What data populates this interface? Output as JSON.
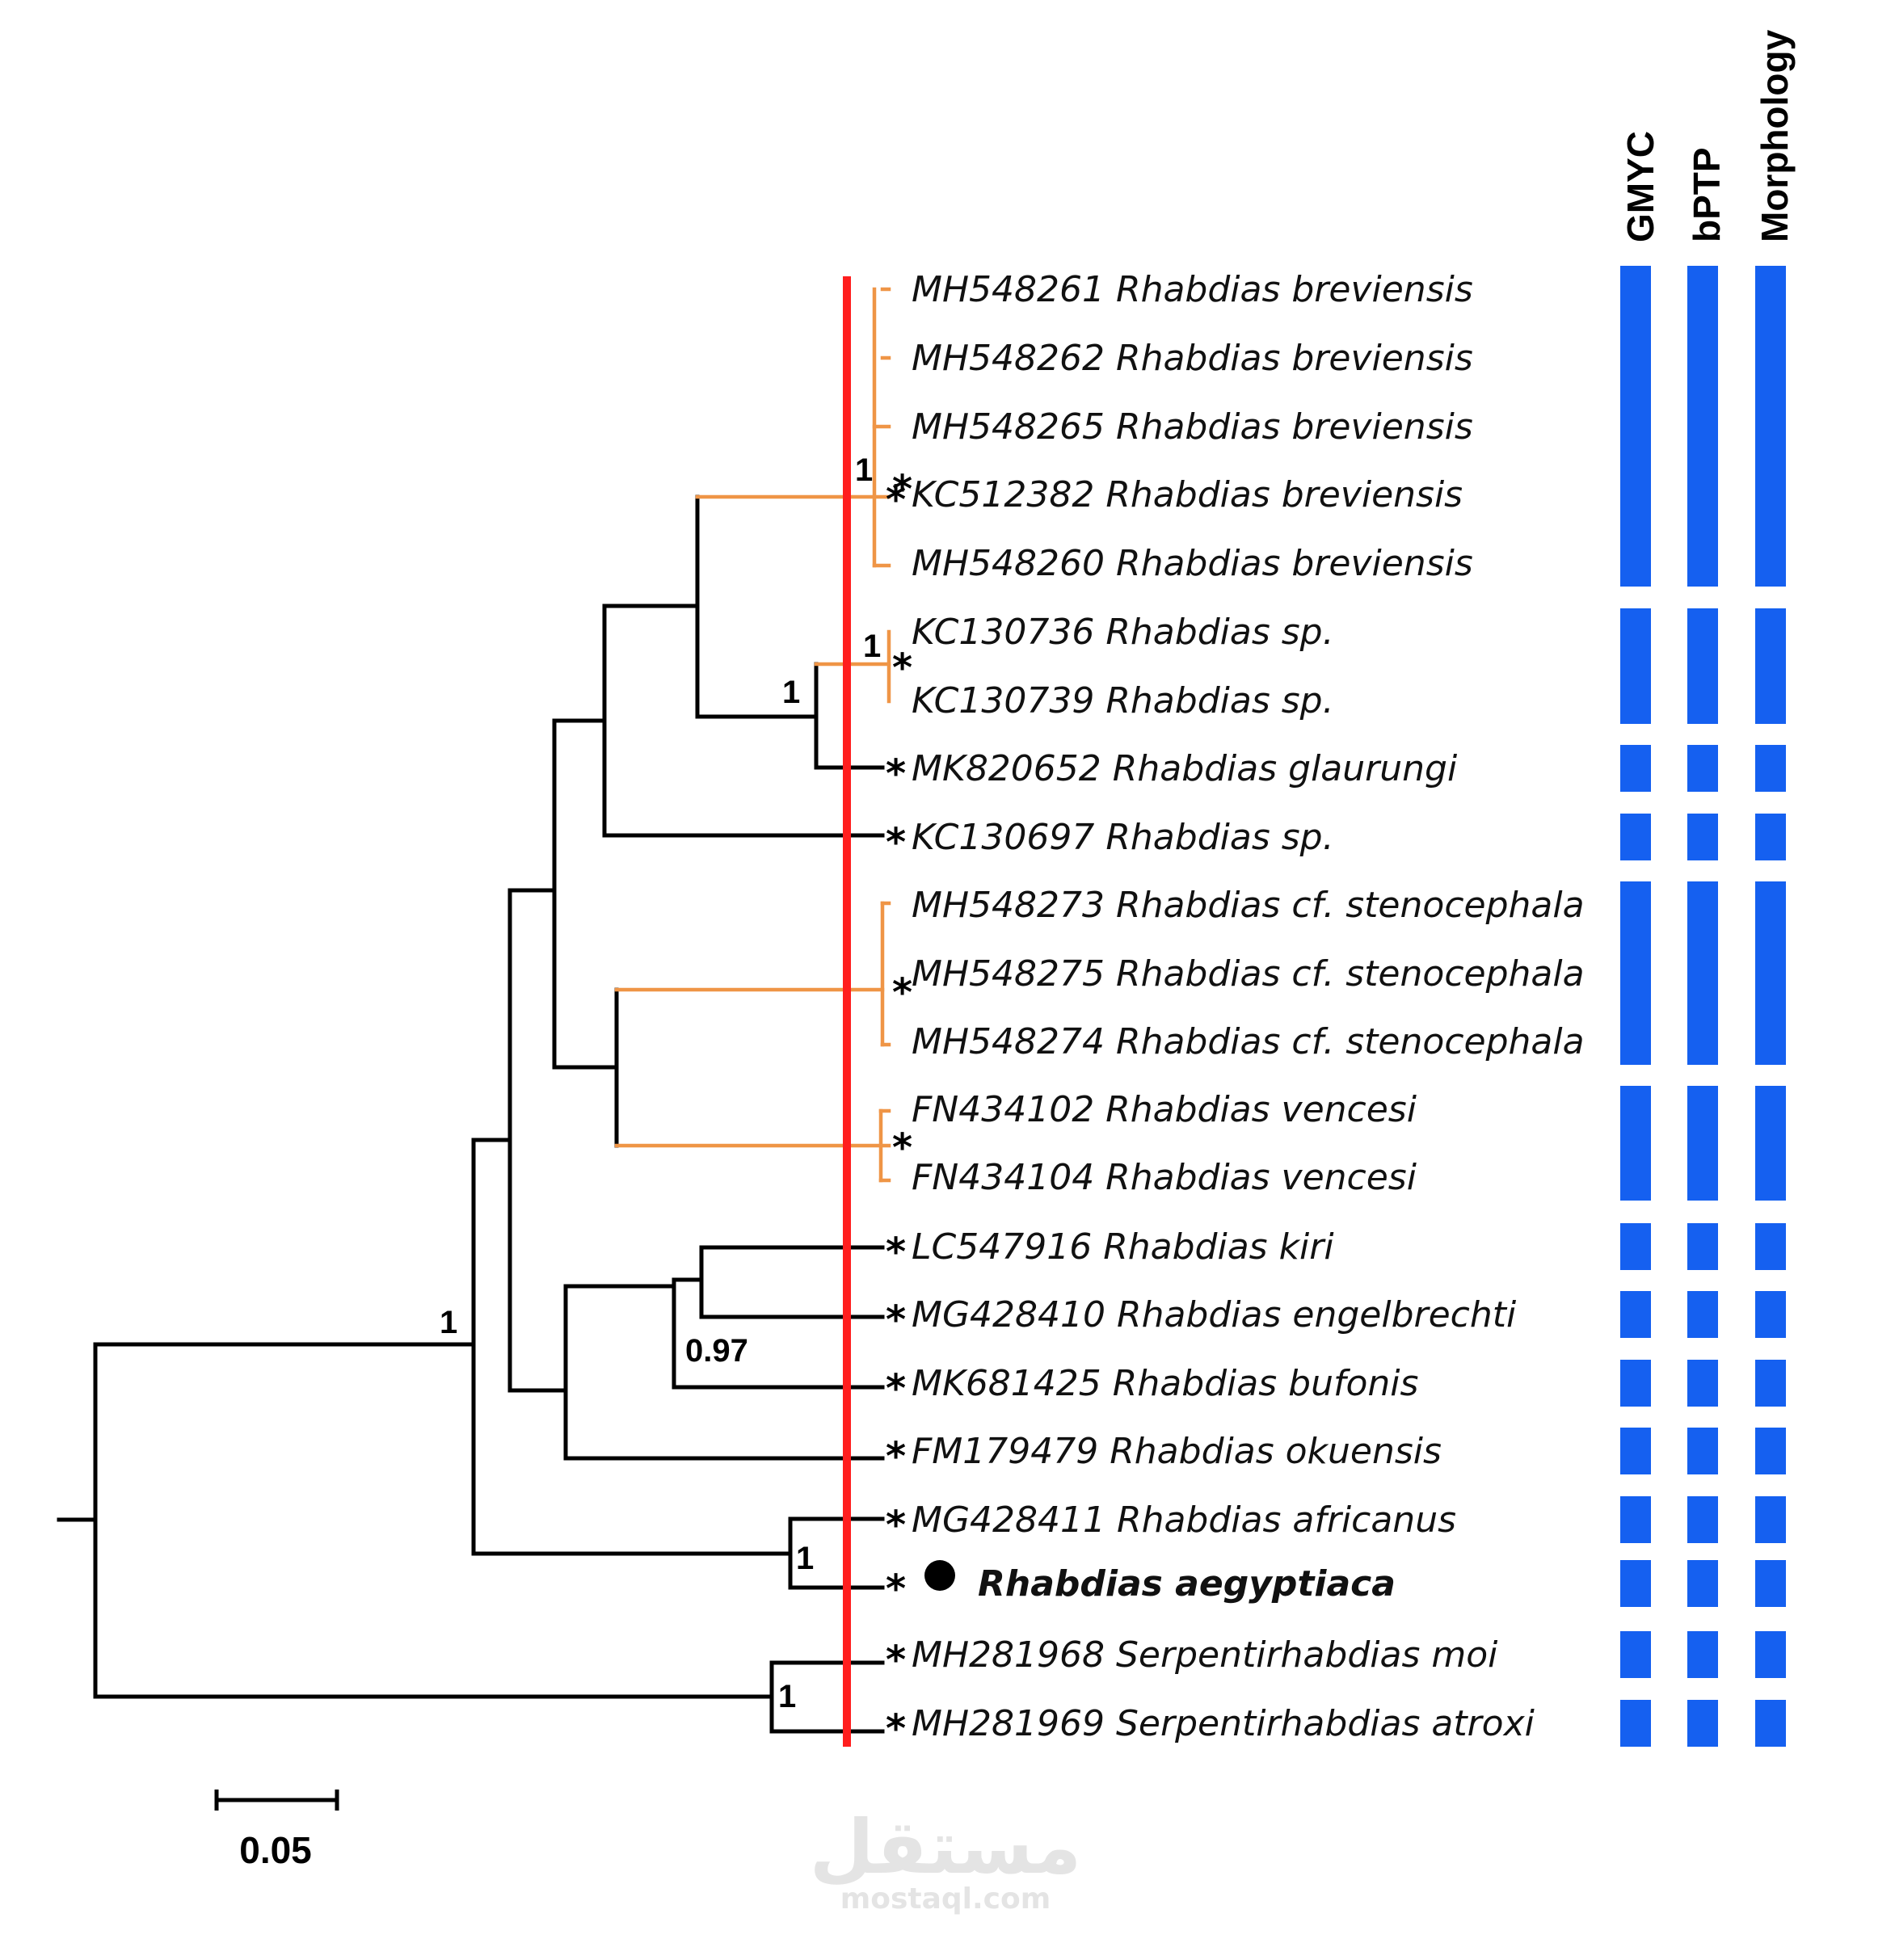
{
  "tree": {
    "tips": [
      {
        "accession": "MH548261",
        "genus": "Rhabdias",
        "species": "breviensis",
        "star": false
      },
      {
        "accession": "MH548262",
        "genus": "Rhabdias",
        "species": "breviensis",
        "star": false
      },
      {
        "accession": "MH548265",
        "genus": "Rhabdias",
        "species": "breviensis",
        "star": false
      },
      {
        "accession": "KC512382",
        "genus": "Rhabdias",
        "species": "breviensis",
        "star": true
      },
      {
        "accession": "MH548260",
        "genus": "Rhabdias",
        "species": "breviensis",
        "star": false
      },
      {
        "accession": "KC130736",
        "genus": "Rhabdias",
        "species": "sp.",
        "star": false
      },
      {
        "accession": "KC130739",
        "genus": "Rhabdias",
        "species": "sp.",
        "star": false
      },
      {
        "accession": "MK820652",
        "genus": "Rhabdias",
        "species": "glaurungi",
        "star": true
      },
      {
        "accession": "KC130697",
        "genus": "Rhabdias",
        "species": "sp.",
        "star": true
      },
      {
        "accession": "MH548273",
        "genus": "Rhabdias",
        "species": "cf.  stenocephala",
        "star": false
      },
      {
        "accession": "MH548275",
        "genus": "Rhabdias",
        "species": "cf.  stenocephala",
        "star": false
      },
      {
        "accession": "MH548274",
        "genus": "Rhabdias",
        "species": "cf.  stenocephala",
        "star": false
      },
      {
        "accession": "FN434102",
        "genus": "Rhabdias",
        "species": "vencesi",
        "star": false
      },
      {
        "accession": "FN434104",
        "genus": "Rhabdias",
        "species": "vencesi",
        "star": false
      },
      {
        "accession": "LC547916",
        "genus": "Rhabdias",
        "species": "kiri",
        "star": true
      },
      {
        "accession": "MG428410",
        "genus": "Rhabdias",
        "species": "engelbrechti",
        "star": true
      },
      {
        "accession": "MK681425",
        "genus": "Rhabdias",
        "species": "bufonis",
        "star": true
      },
      {
        "accession": "FM179479",
        "genus": "Rhabdias",
        "species": "okuensis",
        "star": true
      },
      {
        "accession": "MG428411",
        "genus": "Rhabdias",
        "species": "africanus",
        "star": true
      },
      {
        "accession": "",
        "genus": "Rhabdias",
        "species": "aegyptiaca",
        "star": true,
        "highlight": true
      },
      {
        "accession": "MH281968",
        "genus": "Serpentirhabdias",
        "species": "moi",
        "star": true
      },
      {
        "accession": "MH281969",
        "genus": "Serpentirhabdias",
        "species": "atroxi",
        "star": true
      }
    ],
    "clade_stars": [
      "*",
      "*",
      "*",
      "*"
    ],
    "support_values": [
      "1",
      "1",
      "1",
      "1",
      "0.97",
      "1",
      "1"
    ]
  },
  "delimitation": {
    "columns": [
      "GMYC",
      "bPTP",
      "Morphology"
    ],
    "groups": [
      [
        0,
        4
      ],
      [
        5,
        6
      ],
      [
        7,
        7
      ],
      [
        8,
        8
      ],
      [
        9,
        11
      ],
      [
        12,
        13
      ],
      [
        14,
        14
      ],
      [
        15,
        15
      ],
      [
        16,
        16
      ],
      [
        17,
        17
      ],
      [
        18,
        18
      ],
      [
        19,
        19
      ],
      [
        20,
        20
      ],
      [
        21,
        21
      ]
    ]
  },
  "scale_bar": {
    "label": "0.05",
    "value": 0.05
  },
  "watermark": {
    "arabic": "مستقل",
    "latin": "mostaql.com"
  },
  "colors": {
    "clade_branch": "#ef9546",
    "threshold_line": "#ff1e1e",
    "delimitation_bar": "#1560f0",
    "branch": "#000000"
  }
}
